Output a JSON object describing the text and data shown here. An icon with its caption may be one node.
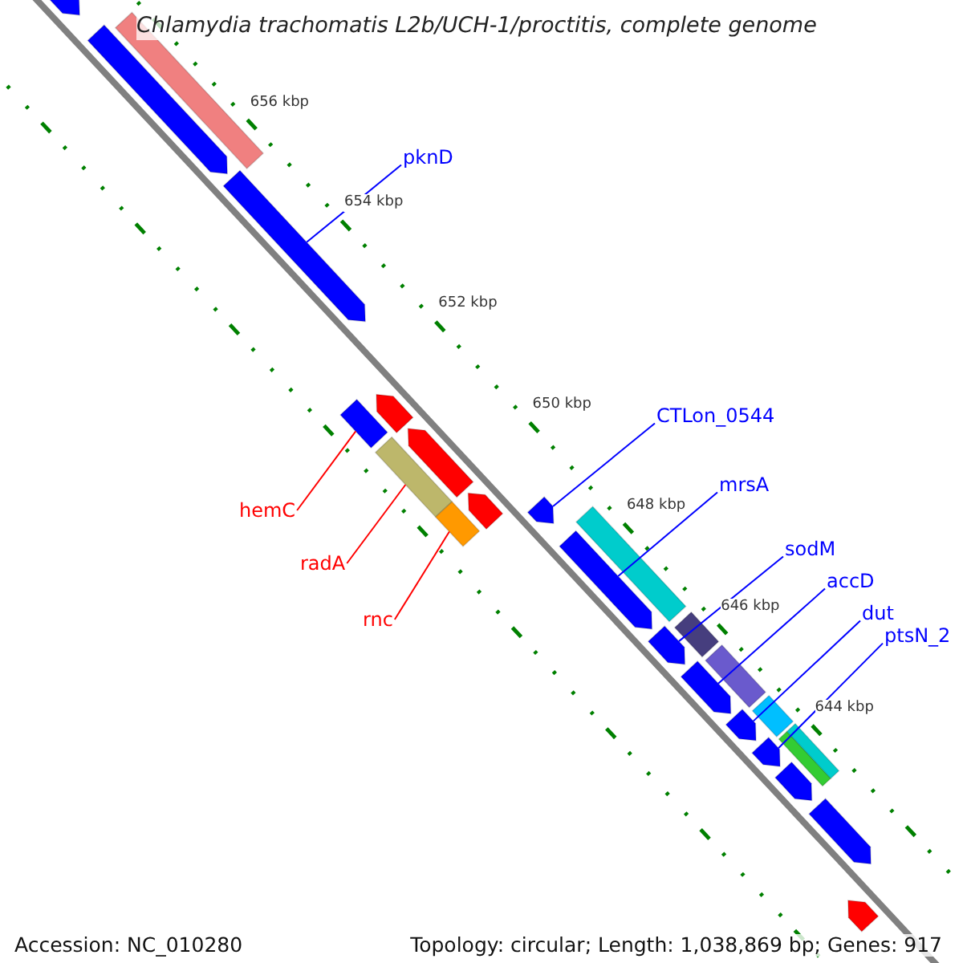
{
  "diagram": {
    "title": "Chlamydia trachomatis L2b/UCH-1/proctitis, complete genome",
    "nodes": [
      {
        "text": [
          "pknD"
        ]
      },
      {
        "text": [
          "CTLon_0544"
        ]
      },
      {
        "text": [
          "hemC"
        ]
      },
      {
        "text": [
          "mrsA"
        ]
      },
      {
        "text": [
          "sodM"
        ]
      },
      {
        "text": [
          "radA"
        ]
      },
      {
        "text": [
          "accD"
        ]
      },
      {
        "text": [
          "dut"
        ]
      },
      {
        "text": [
          "rnc"
        ]
      },
      {
        "text": [
          "ptsN_2"
        ]
      },
      {
        "text": [],
        "shape": "arrow"
      },
      {
        "text": [],
        "shape": "arrow"
      },
      {
        "text": [],
        "shape": "bar"
      },
      {
        "text": [],
        "shape": "arrow"
      },
      {
        "text": [],
        "shape": "bar"
      },
      {
        "text": [],
        "shape": "arrow"
      },
      {
        "text": [],
        "shape": "bar"
      },
      {
        "text": [],
        "shape": "arrow"
      },
      {
        "text": [],
        "shape": "bar"
      },
      {
        "text": [],
        "shape": "arrow"
      },
      {
        "text": [],
        "shape": "arrow"
      },
      {
        "text": [],
        "shape": "bar"
      },
      {
        "text": [],
        "shape": "arrow"
      },
      {
        "text": [],
        "shape": "arrow"
      },
      {
        "text": [],
        "shape": "bar"
      },
      {
        "text": [],
        "shape": "arrow"
      },
      {
        "text": [],
        "shape": "bar"
      },
      {
        "text": [],
        "shape": "arrow"
      },
      {
        "text": [],
        "shape": "bar"
      },
      {
        "text": [],
        "shape": "arrow"
      },
      {
        "text": [],
        "shape": "bar"
      },
      {
        "text": [],
        "shape": "bar"
      },
      {
        "text": [],
        "shape": "arrow"
      },
      {
        "text": [],
        "shape": "arrow"
      },
      {
        "text": [],
        "shape": "arrow"
      }
    ],
    "edges": [
      {
        "from": 0,
        "to": 13,
        "arrow": "none"
      },
      {
        "from": 2,
        "to": 14,
        "arrow": "none",
        "color": "#ff0000"
      },
      {
        "from": 5,
        "to": 16,
        "arrow": "none",
        "color": "#ff0000"
      },
      {
        "from": 8,
        "to": 18,
        "arrow": "none",
        "color": "#ff0000"
      },
      {
        "from": 1,
        "to": 20,
        "arrow": "none"
      },
      {
        "from": 3,
        "to": 22,
        "arrow": "none"
      },
      {
        "from": 4,
        "to": 23,
        "arrow": "none"
      },
      {
        "from": 6,
        "to": 25,
        "arrow": "none"
      },
      {
        "from": 7,
        "to": 27,
        "arrow": "none"
      },
      {
        "from": 9,
        "to": 29,
        "arrow": "none"
      }
    ],
    "labels": [
      "656 kbp",
      "654 kbp",
      "652 kbp",
      "650 kbp",
      "648 kbp",
      "646 kbp",
      "644 kbp",
      "Accession: NC_010280",
      "Topology: circular; Length: 1,038,869 bp; Genes: 917"
    ]
  }
}
